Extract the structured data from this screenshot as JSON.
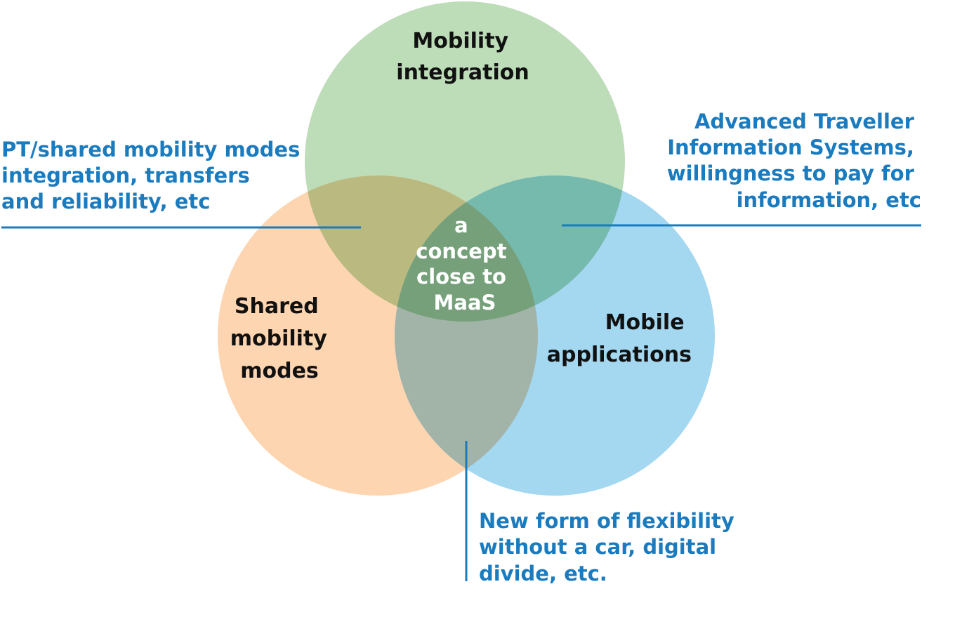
{
  "colors": {
    "mobility_integration": "#bddcb8",
    "shared_mobility": "#fdd5b1",
    "mobile_apps": "#a4d7f0",
    "pt_overlap": "#bab97f",
    "atis_overlap": "#76b9ad",
    "flex_overlap": "#a2b3a8",
    "center": "#75a07a",
    "annotation": "#1a7bbf",
    "circle_text": "#111111",
    "center_text": "#ffffff"
  },
  "circles": {
    "mobility_integration": {
      "label_lines": [
        "Mobility",
        "integration"
      ]
    },
    "shared_mobility": {
      "label_lines": [
        "Shared",
        "mobility",
        "modes"
      ]
    },
    "mobile_apps": {
      "label_lines": [
        "Mobile",
        "applications"
      ]
    }
  },
  "center": {
    "label_lines": [
      "a",
      "concept",
      "close to",
      "MaaS"
    ]
  },
  "annotations": {
    "pt_shared": {
      "lines": [
        "PT/shared mobility modes",
        "integration, transfers",
        "and reliability, etc"
      ]
    },
    "atis": {
      "lines": [
        "Advanced Traveller",
        "Information Systems,",
        "willingness to pay for",
        "information, etc"
      ]
    },
    "flexibility": {
      "lines": [
        "New form of flexibility",
        "without a car, digital",
        "divide, etc."
      ]
    }
  }
}
